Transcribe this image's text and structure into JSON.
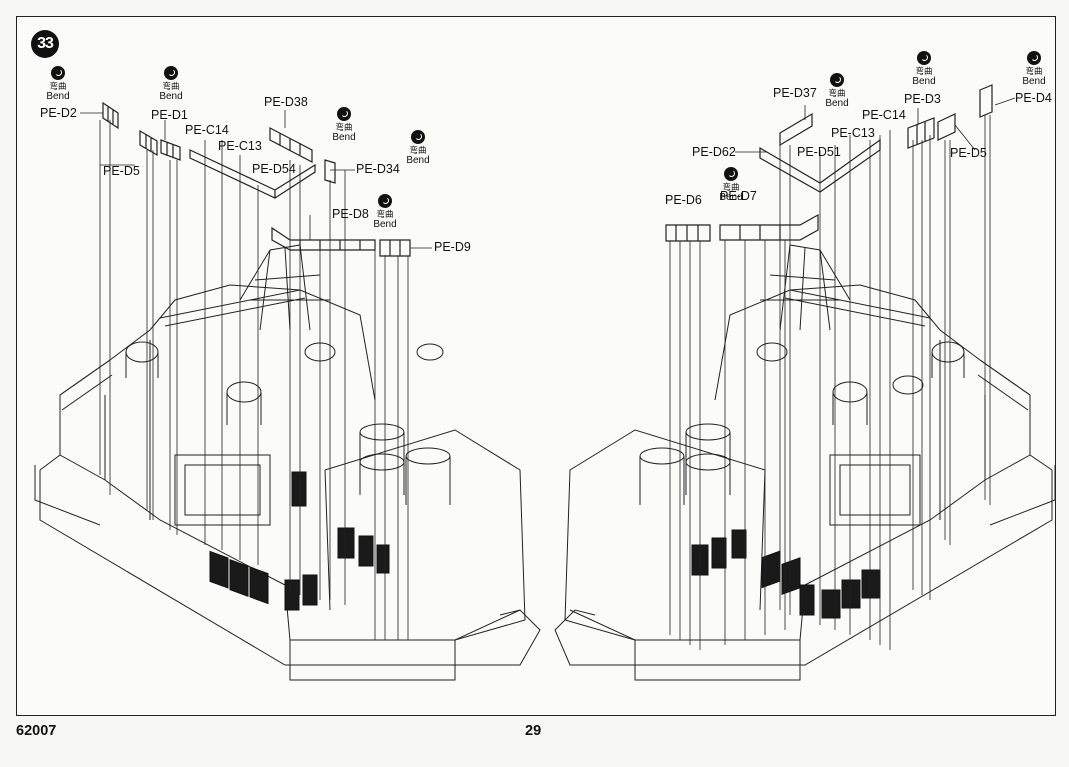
{
  "step_number": "33",
  "footer": {
    "code": "62007",
    "page": "29"
  },
  "bend": {
    "cn": "弯曲",
    "en": "Bend"
  },
  "labels": {
    "pe_d2": "PE-D2",
    "pe_d1": "PE-D1",
    "pe_d5_left": "PE-D5",
    "pe_c14_left": "PE-C14",
    "pe_c13_left": "PE-C13",
    "pe_d38": "PE-D38",
    "pe_d54": "PE-D54",
    "pe_d34": "PE-D34",
    "pe_d8": "PE-D8",
    "pe_d9": "PE-D9",
    "pe_d37": "PE-D37",
    "pe_d62": "PE-D62",
    "pe_d51": "PE-D51",
    "pe_c13_right": "PE-C13",
    "pe_c14_right": "PE-C14",
    "pe_d3": "PE-D3",
    "pe_d4": "PE-D4",
    "pe_d5_right": "PE-D5",
    "pe_d6": "PE-D6",
    "pe_d7": "PE-D7"
  }
}
